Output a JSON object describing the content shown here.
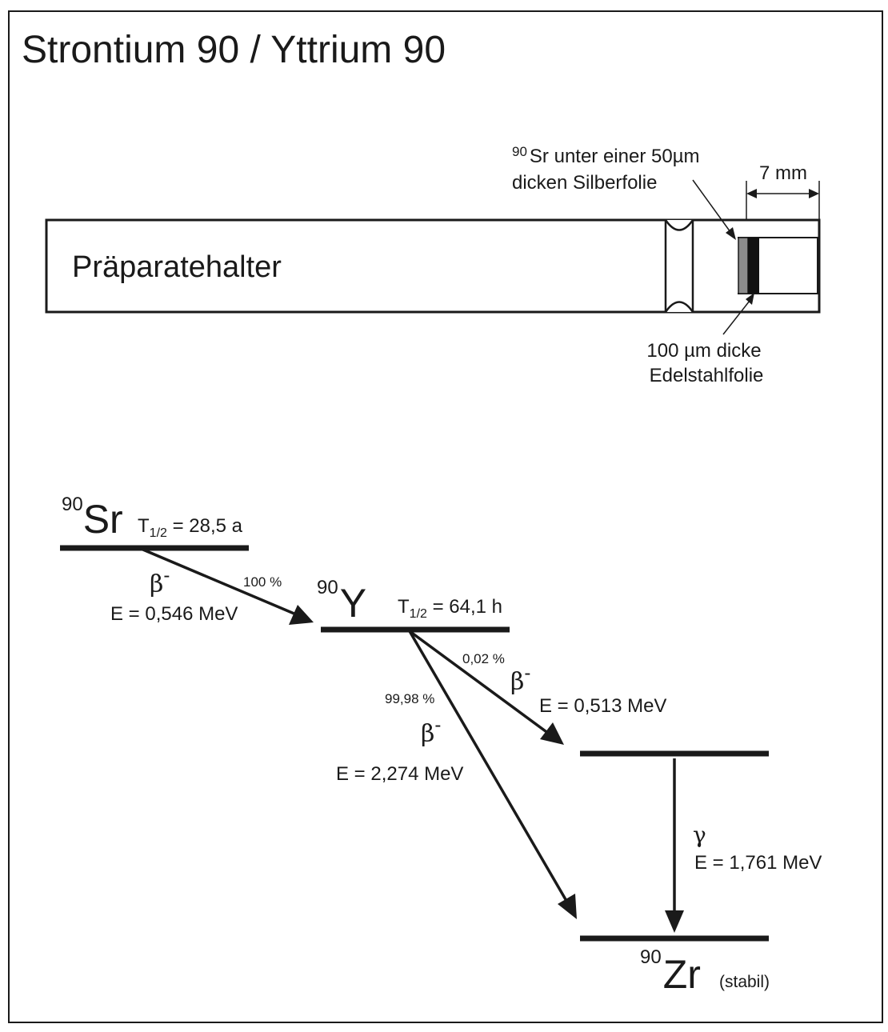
{
  "title": "Strontium 90 / Yttrium 90",
  "holder": {
    "label": "Präparatehalter",
    "dimension": "7 mm",
    "silver_foil": {
      "mass_number": "90",
      "line1": "Sr unter einer 50µm",
      "line2": "dicken Silberfolie"
    },
    "steel_foil": {
      "line1": "100 µm dicke",
      "line2": "Edelstahlfolie"
    }
  },
  "decay_scheme": {
    "sr": {
      "mass_number": "90",
      "symbol": "Sr",
      "halflife_prefix": "T",
      "halflife_sub": "1/2",
      "halflife_value": " = 28,5 a"
    },
    "y": {
      "mass_number": "90",
      "symbol": "Y",
      "halflife_prefix": "T",
      "halflife_sub": "1/2",
      "halflife_value": " = 64,1 h"
    },
    "zr": {
      "mass_number": "90",
      "symbol": "Zr",
      "note": "(stabil)"
    },
    "sr_to_y": {
      "branch": "100 %",
      "particle": "β",
      "charge": "-",
      "energy": "E = 0,546 MeV"
    },
    "y_to_zr_excited": {
      "branch": "0,02 %",
      "particle": "β",
      "charge": "-",
      "energy": "E = 0,513 MeV"
    },
    "y_to_zr_ground": {
      "branch": "99,98 %",
      "particle": "β",
      "charge": "-",
      "energy": "E = 2,274 MeV"
    },
    "gamma": {
      "particle": "γ",
      "energy": "E = 1,761 MeV"
    }
  }
}
